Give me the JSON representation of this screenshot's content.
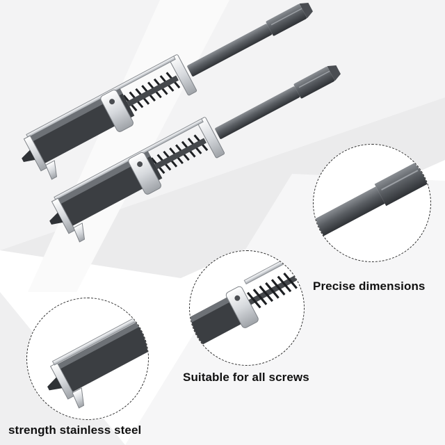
{
  "captions": {
    "precise": "Precise dimensions",
    "suitable": "Suitable for all screws",
    "strength": "strength stainless steel"
  },
  "icons": {
    "tool_icon": "screwdriver-bit-holder-icon"
  },
  "colors": {
    "background": "#ffffff",
    "background_shade": "#eeeeef",
    "metal_dark": "#3e4145",
    "metal_mid": "#6b6f74",
    "metal_light": "#c9ccd0",
    "chrome": "#e9ebee",
    "text": "#111111"
  }
}
